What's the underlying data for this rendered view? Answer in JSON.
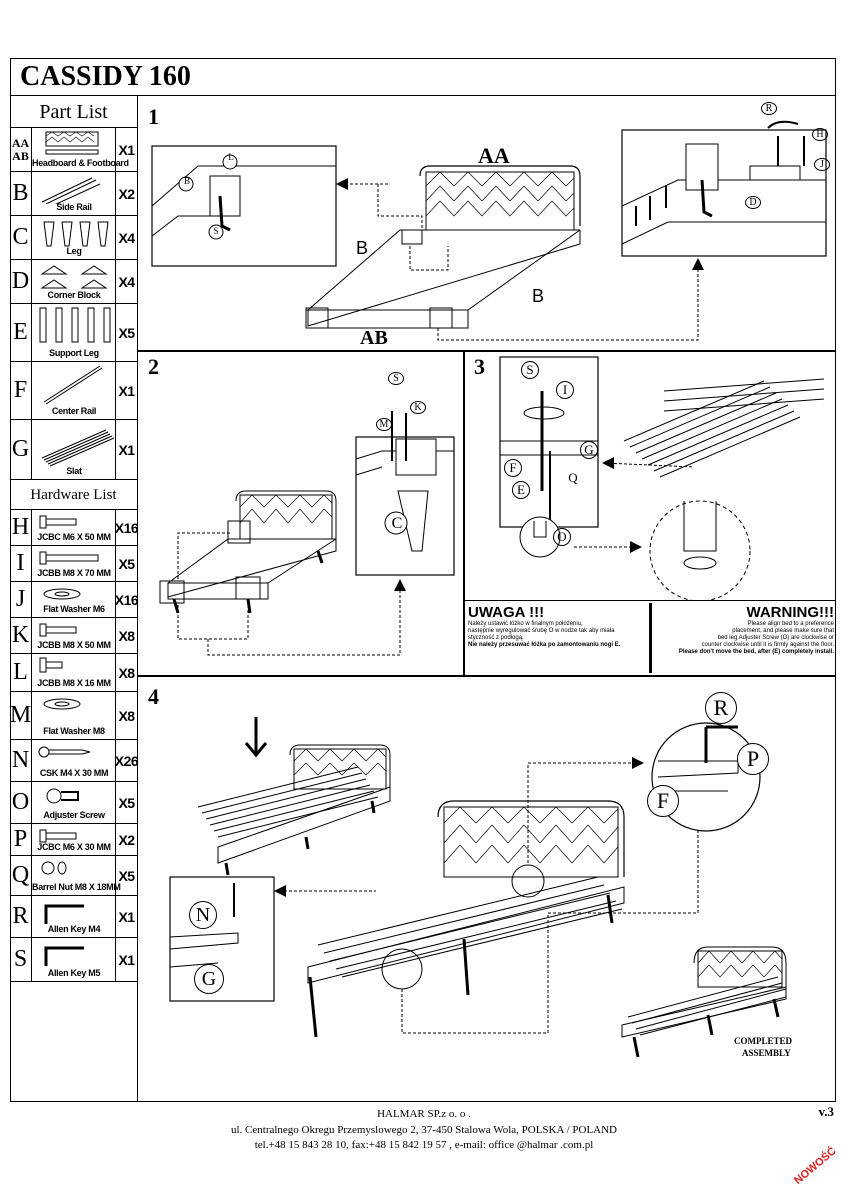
{
  "title": "CASSIDY 160",
  "part_list_header": "Part List",
  "hardware_list_header": "Hardware List",
  "parts": [
    {
      "code": "AA",
      "code2": "AB",
      "label": "Headboard & Footboard",
      "qty": "X1",
      "icon": "headboard-icon"
    },
    {
      "code": "B",
      "label": "Side Rail",
      "qty": "X2",
      "icon": "side-rail-icon"
    },
    {
      "code": "C",
      "label": "Leg",
      "qty": "X4",
      "icon": "leg-icon"
    },
    {
      "code": "D",
      "label": "Corner Block",
      "qty": "X4",
      "icon": "corner-block-icon"
    },
    {
      "code": "E",
      "label": "Support Leg",
      "qty": "X5",
      "icon": "support-leg-icon"
    },
    {
      "code": "F",
      "label": "Center Rail",
      "qty": "X1",
      "icon": "center-rail-icon"
    },
    {
      "code": "G",
      "label": "Slat",
      "qty": "X1",
      "icon": "slat-icon"
    }
  ],
  "hardware": [
    {
      "code": "H",
      "label": "JCBC M6 X 50 MM",
      "qty": "X16",
      "icon": "bolt-icon"
    },
    {
      "code": "I",
      "label": "JCBB M8 X 70 MM",
      "qty": "X5",
      "icon": "long-bolt-icon"
    },
    {
      "code": "J",
      "label": "Flat Washer M6",
      "qty": "X16",
      "icon": "washer-icon"
    },
    {
      "code": "K",
      "label": "JCBB M8 X 50 MM",
      "qty": "X8",
      "icon": "bolt-icon"
    },
    {
      "code": "L",
      "label": "JCBB M8 X 16 MM",
      "qty": "X8",
      "icon": "short-bolt-icon"
    },
    {
      "code": "M",
      "label": "Flat Washer M8",
      "qty": "X8",
      "icon": "washer-icon"
    },
    {
      "code": "N",
      "label": "CSK M4 X 30 MM",
      "qty": "X26",
      "icon": "screw-icon"
    },
    {
      "code": "O",
      "label": "Adjuster Screw",
      "qty": "X5",
      "icon": "adjuster-screw-icon"
    },
    {
      "code": "P",
      "label": "JCBC M6 X 30 MM",
      "qty": "X2",
      "icon": "bolt-icon"
    },
    {
      "code": "Q",
      "label": "Barrel Nut M8 X 18MM",
      "qty": "X5",
      "icon": "barrel-nut-icon"
    },
    {
      "code": "R",
      "label": "Allen Key M4",
      "qty": "X1",
      "icon": "allen-key-icon"
    },
    {
      "code": "S",
      "label": "Allen Key M5",
      "qty": "X1",
      "icon": "allen-key-icon"
    }
  ],
  "steps": {
    "s1": "1",
    "s2": "2",
    "s3": "3",
    "s4": "4"
  },
  "step1": {
    "aa": "AA",
    "ab": "AB",
    "b1": "B",
    "b2": "B",
    "l": "L",
    "b": "B",
    "s": "S",
    "r": "R",
    "h": "H",
    "j": "J",
    "d": "D"
  },
  "step2": {
    "s": "S",
    "k": "K",
    "m": "M",
    "c": "C"
  },
  "step3": {
    "s": "S",
    "i": "I",
    "g": "G",
    "f": "F",
    "q": "Q",
    "e": "E",
    "o": "O"
  },
  "step4": {
    "r": "R",
    "p": "P",
    "f": "F",
    "n": "N",
    "g": "G",
    "completed": "COMPLETED",
    "assembly": "ASSEMBLY"
  },
  "warning_pl": {
    "title": "UWAGA !!!",
    "line1": "Należy ustawić łóżko w finalnym położeniu,",
    "line2": "następnie wyregulować śrubę O w nodze tak aby miała",
    "line3": "styczność z podłogą.",
    "line4": "Nie należy przesuwać łóżka po zamontowaniu nogi E."
  },
  "warning_en": {
    "title": "WARNING!!!",
    "line1": "Please align bed to a preference",
    "line2": "placement, and please make sure that",
    "line3": "bed leg Adjuster Screw (O) are clockwise or",
    "line4": "counter clockwise until it is firmly against the floor.",
    "line5": "Please don't move the bed, after (E) completely install."
  },
  "footer": {
    "company": "HALMAR SP.z o. o .",
    "address": "ul. Centralnego Okregu Przemyslowego 2, 37-450 Stalowa Wola, POLSKA / POLAND",
    "contact": "tel.+48 15 843 28 10, fax:+48 15 842 19 57 , e-mail: office @halmar .com.pl"
  },
  "version": "v.3",
  "badge": "NOWOŚĆ"
}
